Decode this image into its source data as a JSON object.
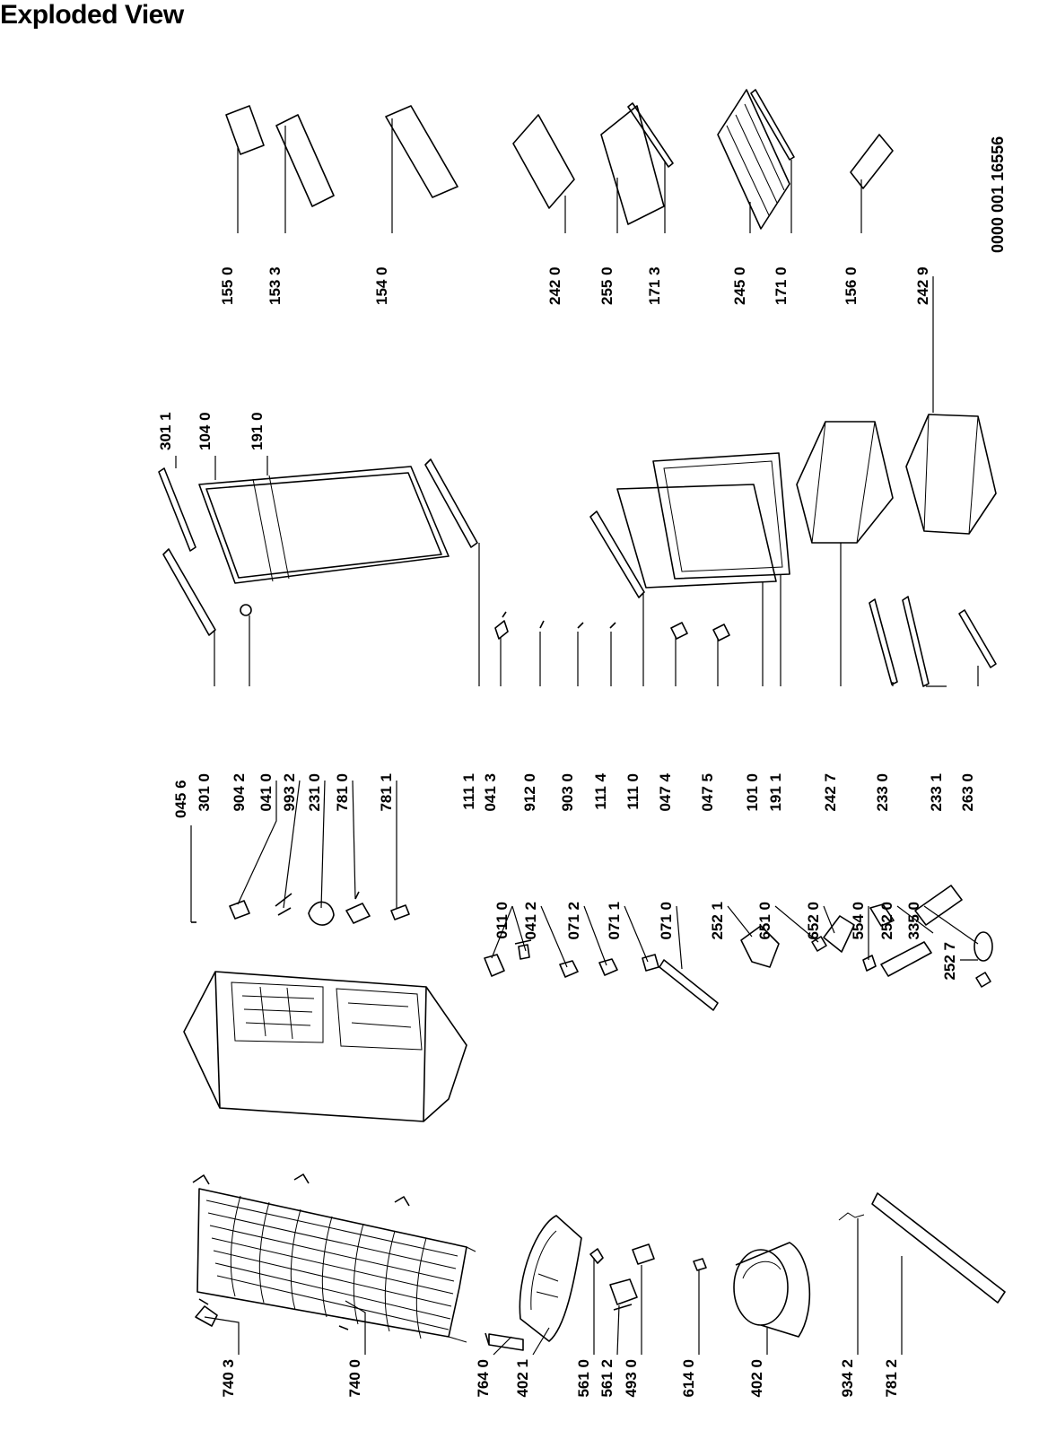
{
  "page": {
    "title": "Exploded View"
  },
  "drawing_code": "0000 001 16556",
  "labels": {
    "c1": [
      "740 3",
      "740 0",
      "764 0",
      "402 1",
      "561 0",
      "561 2",
      "493 0",
      "614 0",
      "402 0",
      "934 2",
      "781 2"
    ],
    "c2": [
      "011 0",
      "041 2",
      "071 2",
      "071 1",
      "071 0",
      "252 1",
      "651 0",
      "652 0",
      "554 0",
      "252 0",
      "335 0",
      "252 7"
    ],
    "c3": [
      "045 6",
      "301 0",
      "904 2",
      "041 0",
      "993 2",
      "231 0",
      "781 0",
      "781 1"
    ],
    "c4": [
      "111 1",
      "041 3",
      "912 0",
      "903 0",
      "111 4",
      "111 0",
      "047 4",
      "047 5",
      "101 0",
      "191 1",
      "242 7",
      "233 0",
      "233 1",
      "263 0"
    ],
    "c5": [
      "301 1",
      "104 0",
      "191 0"
    ],
    "c6": [
      "155 0",
      "153 3",
      "154 0",
      "242 0",
      "255 0",
      "171 3",
      "245 0",
      "171 0",
      "156 0",
      "242 9"
    ]
  }
}
